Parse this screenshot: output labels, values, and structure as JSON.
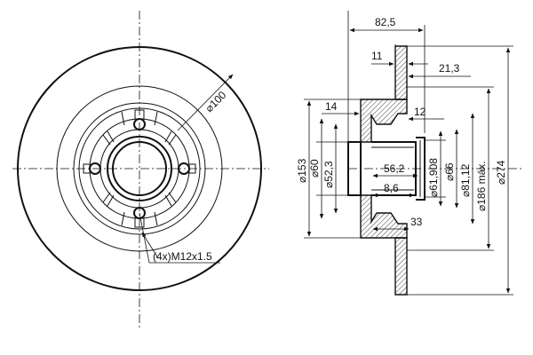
{
  "front_view": {
    "bolt_circle_dia": "⌀100",
    "bolt_spec": "(4x)M12x1.5"
  },
  "section_view": {
    "dims": {
      "total_width": "82,5",
      "hat_thickness": "11",
      "disc_offset": "21,3",
      "flange_depth": "14",
      "hub_step": "12",
      "bearing_depth": "56,2",
      "shoulder": "8,6",
      "hub_length": "33",
      "dia_153": "⌀153",
      "dia_60": "⌀60",
      "dia_52_3": "⌀52,3",
      "dia_61_908": "⌀61,908",
      "dia_66": "⌀66",
      "dia_81_12": "⌀81,12",
      "dia_186": "⌀186 máx.",
      "dia_274": "⌀274"
    }
  },
  "colors": {
    "line": "#111111",
    "background": "#ffffff"
  }
}
